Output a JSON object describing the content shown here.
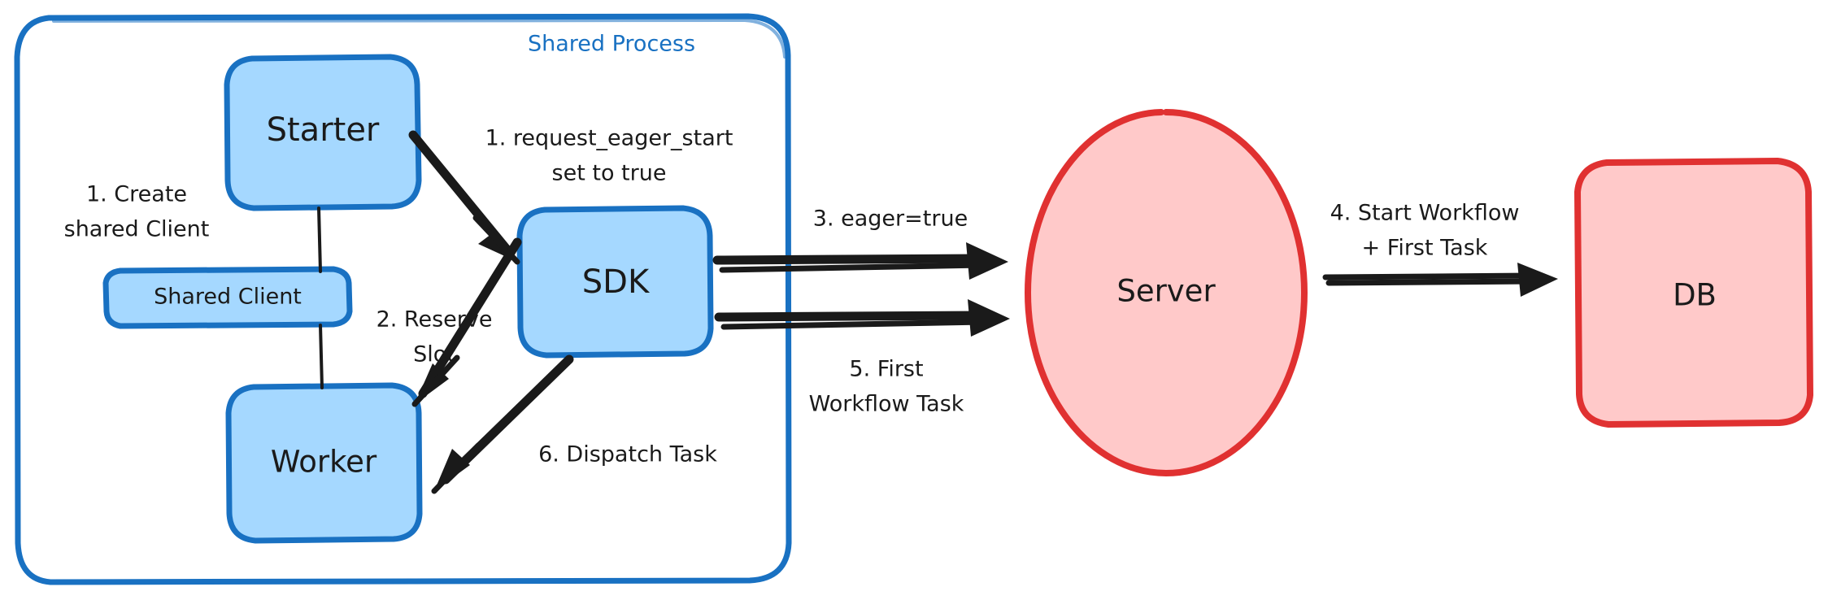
{
  "diagram": {
    "title_visible": false,
    "colors": {
      "blue_stroke": "#1971c2",
      "blue_fill": "#a5d8ff",
      "red_stroke": "#e03131",
      "red_fill": "#ffc9c9",
      "text": "#1a1a1a",
      "background": "#ffffff"
    },
    "group": {
      "label": "Shared Process",
      "style": "rounded-rectangle-blue-outline"
    },
    "nodes": [
      {
        "id": "starter",
        "label": "Starter",
        "shape": "rounded-rectangle",
        "color": "blue"
      },
      {
        "id": "shared_client",
        "label": "Shared Client",
        "shape": "rounded-rectangle",
        "color": "blue"
      },
      {
        "id": "worker",
        "label": "Worker",
        "shape": "rounded-rectangle",
        "color": "blue"
      },
      {
        "id": "sdk",
        "label": "SDK",
        "shape": "rounded-rectangle",
        "color": "blue"
      },
      {
        "id": "server",
        "label": "Server",
        "shape": "ellipse",
        "color": "red"
      },
      {
        "id": "db",
        "label": "DB",
        "shape": "rounded-rectangle",
        "color": "red"
      }
    ],
    "edges": [
      {
        "id": "e1",
        "label": "1. Create\nshared Client",
        "line1": "1. Create",
        "line2": "shared Client",
        "from": "starter",
        "to": "shared_client",
        "arrow": false
      },
      {
        "id": "e2",
        "label": "1. request_eager_start\nset to true",
        "line1": "1. request_eager_start",
        "line2": "set to true",
        "from": "starter",
        "to": "sdk",
        "arrow": true
      },
      {
        "id": "e3",
        "label": "2. Reserve\nSlot",
        "line1": "2. Reserve",
        "line2": "Slot",
        "from": "sdk",
        "to": "worker",
        "arrow": true
      },
      {
        "id": "e4",
        "label": "3. eager=true",
        "line1": "3. eager=true",
        "line2": "",
        "from": "sdk",
        "to": "server",
        "arrow": true
      },
      {
        "id": "e5",
        "label": "4. Start Workflow\n+ First Task",
        "line1": "4. Start Workflow",
        "line2": "+ First Task",
        "from": "server",
        "to": "db",
        "arrow": true
      },
      {
        "id": "e6",
        "label": "5. First\nWorkflow Task",
        "line1": "5. First",
        "line2": "Workflow Task",
        "from": "sdk",
        "to": "server",
        "arrow": true
      },
      {
        "id": "e7",
        "label": "6. Dispatch Task",
        "line1": "6. Dispatch Task",
        "line2": "",
        "from": "sdk",
        "to": "worker",
        "arrow": true
      }
    ]
  }
}
